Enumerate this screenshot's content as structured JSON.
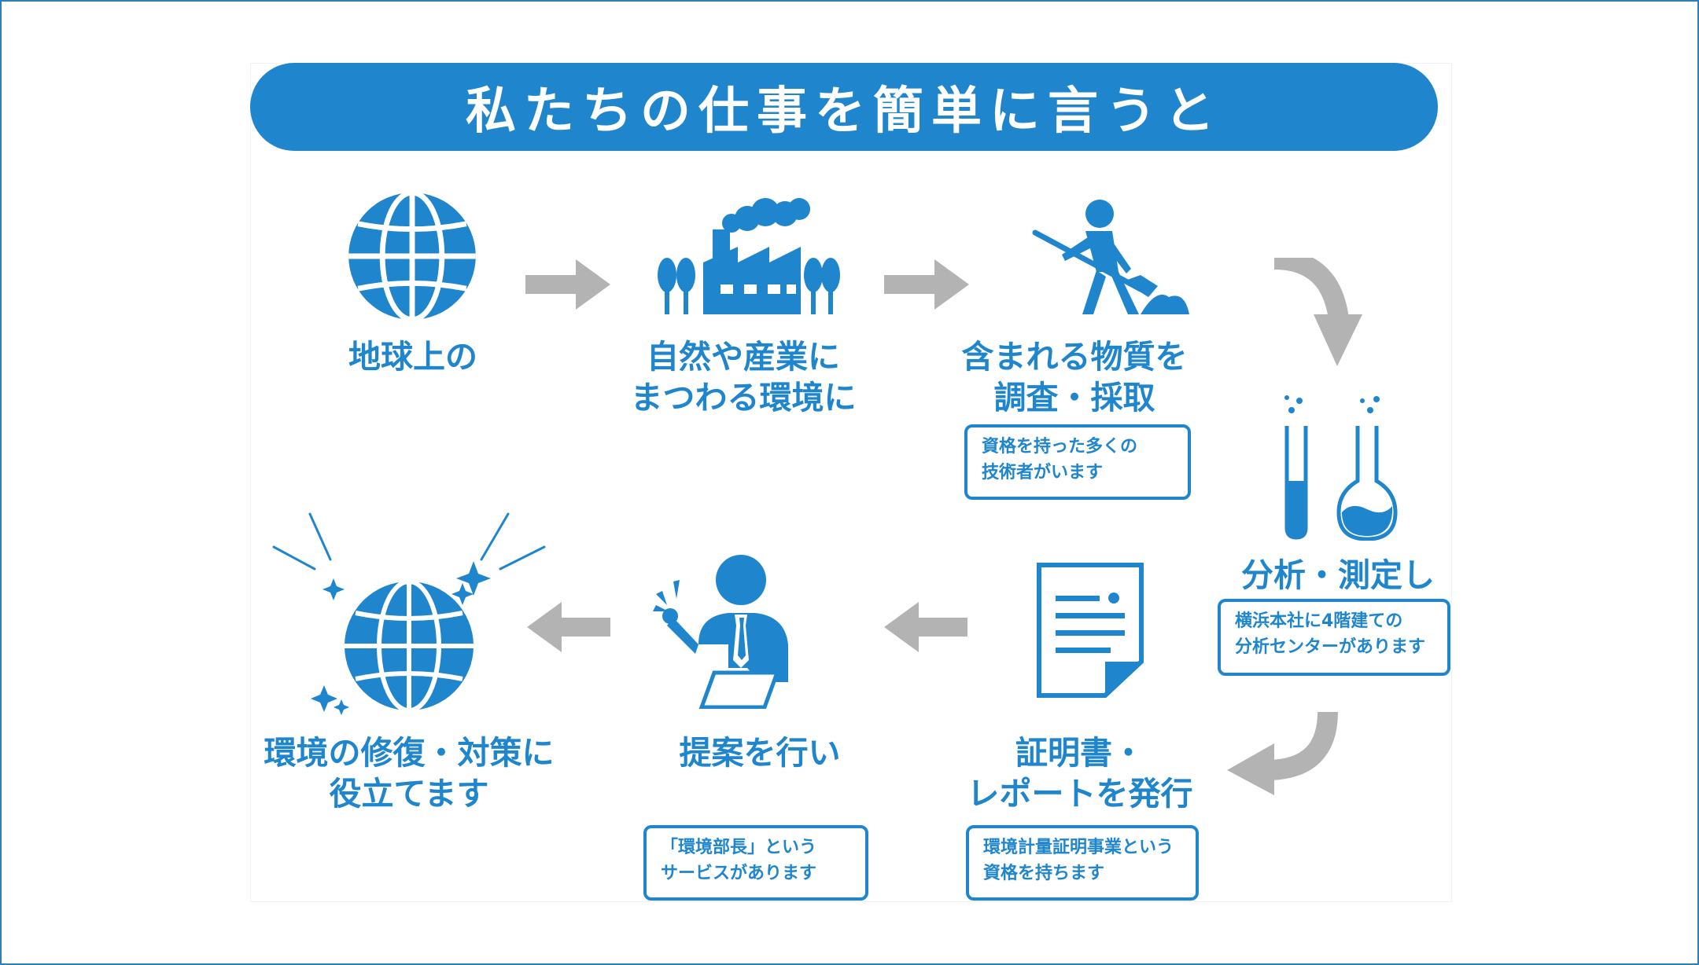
{
  "title": "私たちの仕事を簡単に言うと",
  "steps": [
    {
      "id": "earth",
      "lines": [
        "地球上の"
      ],
      "icon": "globe-icon"
    },
    {
      "id": "environment",
      "lines": [
        "自然や産業に",
        "まつわる環境に"
      ],
      "icon": "factory-icon"
    },
    {
      "id": "survey",
      "lines": [
        "含まれる物質を",
        "調査・採取"
      ],
      "icon": "worker-digging-icon",
      "note": [
        "資格を持った多くの",
        "技術者がいます"
      ]
    },
    {
      "id": "analysis",
      "lines": [
        "分析・測定し"
      ],
      "icon": "lab-flasks-icon",
      "note": [
        "横浜本社に4階建ての",
        "分析センターがあります"
      ]
    },
    {
      "id": "report",
      "lines": [
        "証明書・",
        "レポートを発行"
      ],
      "icon": "document-icon",
      "note": [
        "環境計量証明事業という",
        "資格を持ちます"
      ]
    },
    {
      "id": "proposal",
      "lines": [
        "提案を行い"
      ],
      "icon": "presenter-icon",
      "note": [
        "「環境部長」という",
        "サービスがあります"
      ]
    },
    {
      "id": "restoration",
      "lines": [
        "環境の修復・対策に",
        "役立てます"
      ],
      "icon": "sparkling-globe-icon"
    }
  ],
  "colors": {
    "primary": "#1f86cd",
    "arrow": "#b3b3b3",
    "frame": "#2e7fb5",
    "background": "#ffffff"
  }
}
